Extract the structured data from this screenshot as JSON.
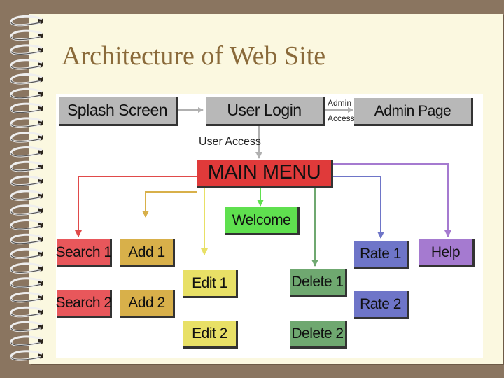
{
  "slide": {
    "title": "Architecture of Web Site"
  },
  "diagram": {
    "splash": "Splash Screen",
    "login": "User Login",
    "admin_page": "Admin Page",
    "admin_label_1": "Admin",
    "admin_label_2": "Access",
    "user_access": "User Access",
    "main_menu": "MAIN MENU",
    "welcome": "Welcome",
    "search1": "Search 1",
    "search2": "Search 2",
    "add1": "Add 1",
    "add2": "Add 2",
    "edit1": "Edit 1",
    "edit2": "Edit 2",
    "delete1": "Delete 1",
    "delete2": "Delete 2",
    "rate1": "Rate 1",
    "rate2": "Rate 2",
    "help": "Help"
  },
  "colors": {
    "paper": "#fbf8e0",
    "title": "#8a6a3a",
    "menu": "#e03a3a"
  }
}
